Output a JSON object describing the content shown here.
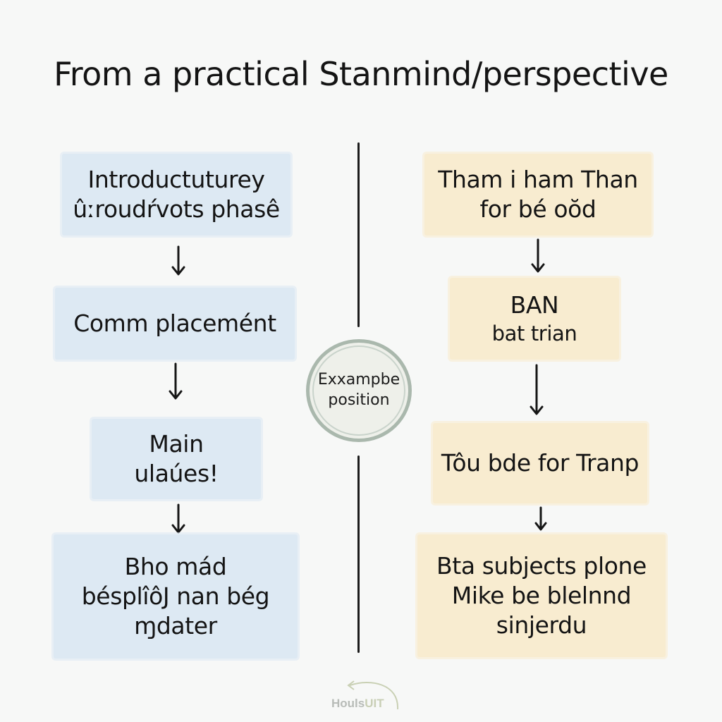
{
  "title": "From a practical Stanmind/perspective",
  "left_column": {
    "boxes": [
      {
        "lines": [
          "Introductuturey",
          "ûːroudŕvots phasê"
        ]
      },
      {
        "lines": [
          "Comm placemént"
        ]
      },
      {
        "lines": [
          "Main",
          "ulaúes!"
        ]
      },
      {
        "lines": [
          "Bho mád",
          "bésplîôJ nan bég",
          "ɱdater"
        ]
      }
    ],
    "color": "#dde9f3"
  },
  "right_column": {
    "boxes": [
      {
        "lines": [
          "Tham i ham Than",
          "for bé oŏd"
        ]
      },
      {
        "lines": [
          "BAN",
          "bat trian"
        ]
      },
      {
        "lines": [
          "Tôu bde for Tranp"
        ]
      },
      {
        "lines": [
          "Bta subjects plone",
          "Mike be blelnnd",
          "sinjerdu"
        ]
      }
    ],
    "color": "#f8ecd0"
  },
  "center_node": {
    "lines": [
      "Exxampbe",
      "position"
    ],
    "border_color": "#aab8ad"
  },
  "logo": {
    "text_main": "Houls",
    "text_accent": "UIT",
    "icon": "curved-arrow-icon"
  },
  "arrow_icon": "down-arrow-icon"
}
